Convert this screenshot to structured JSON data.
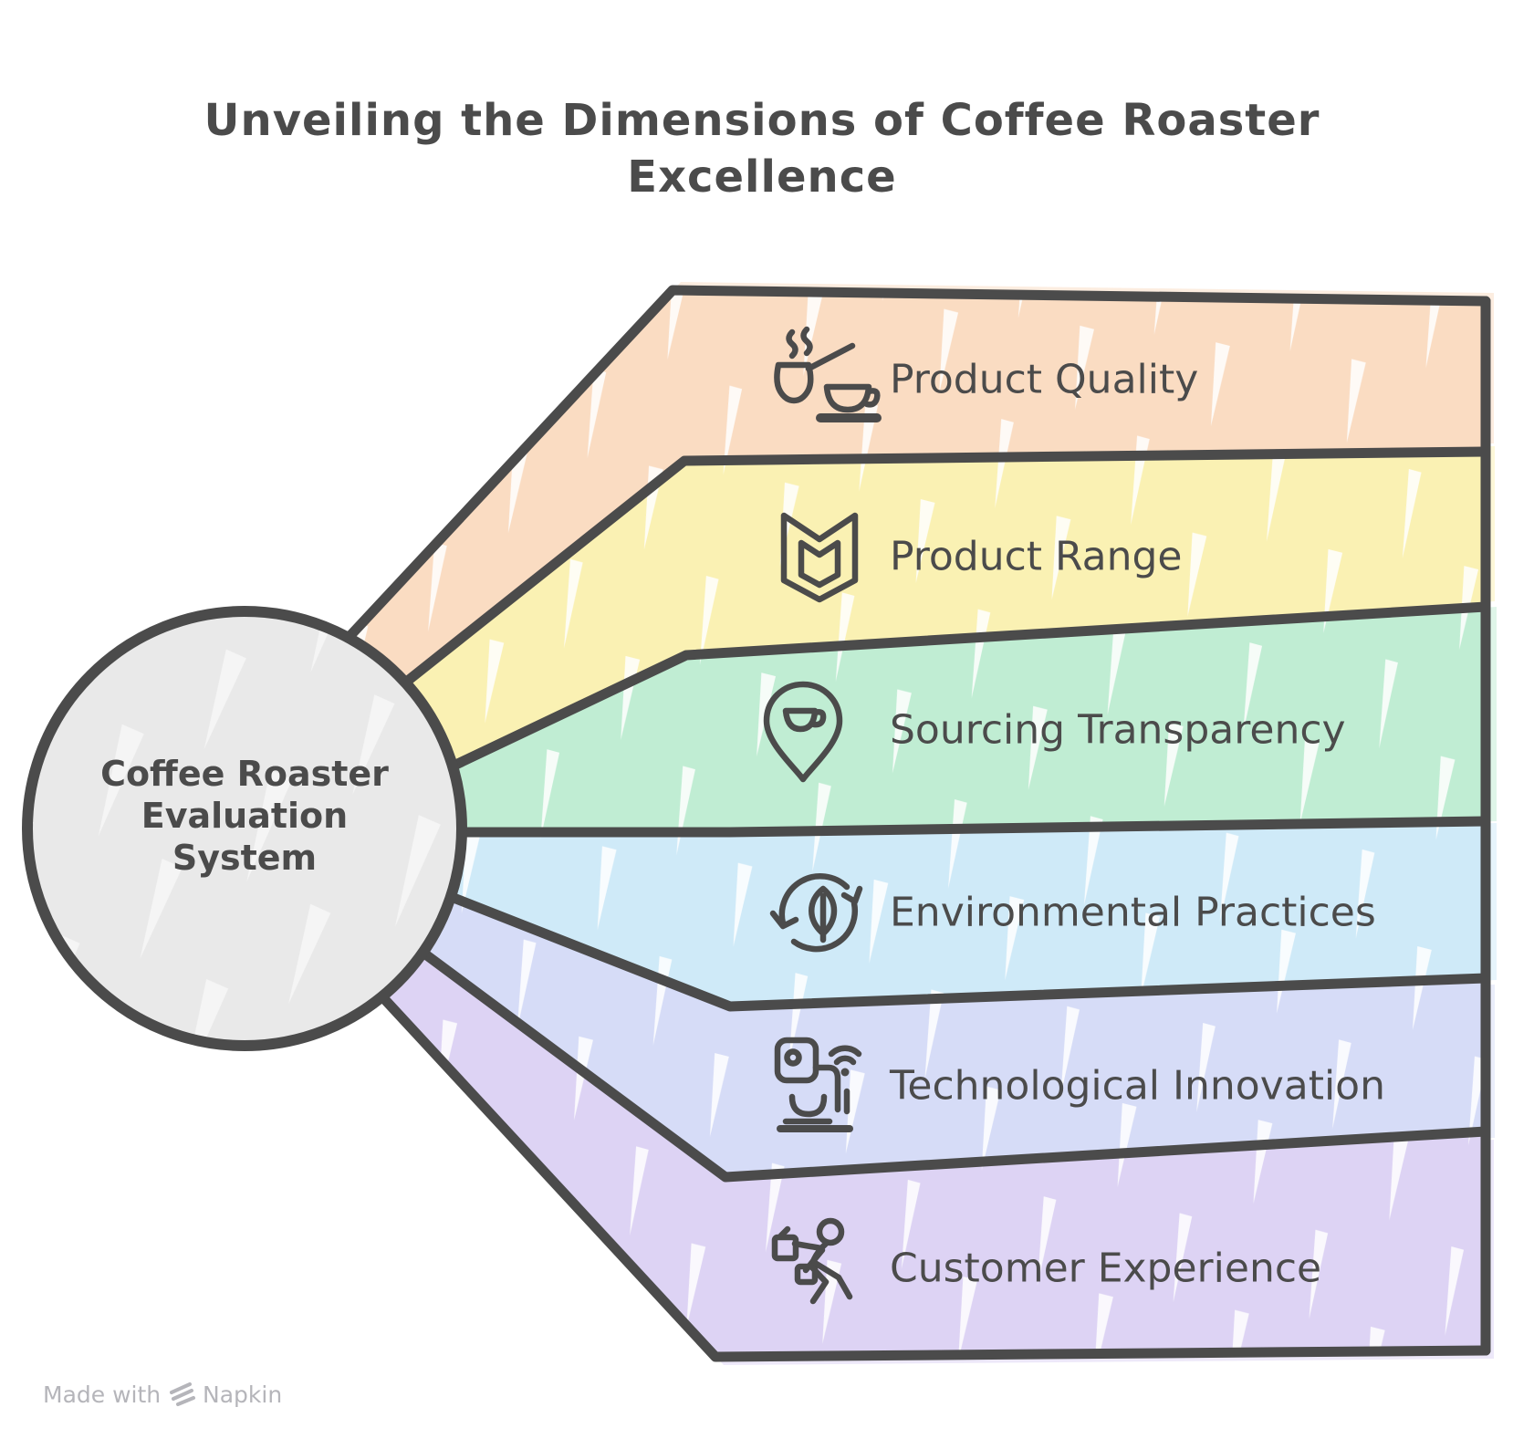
{
  "title": {
    "line1": "Unveiling the Dimensions of Coffee Roaster",
    "line2": "Excellence"
  },
  "center_node": {
    "lines": [
      "Coffee Roaster",
      "Evaluation",
      "System"
    ],
    "fill": "#e9e9e9"
  },
  "bands": [
    {
      "label": "Product Quality",
      "icon": "coffee-pot-icon",
      "color": "#fadcc2"
    },
    {
      "label": "Product Range",
      "icon": "product-badge-icon",
      "color": "#faf1b3"
    },
    {
      "label": "Sourcing Transparency",
      "icon": "location-pin-cup-icon",
      "color": "#c0edd3"
    },
    {
      "label": "Environmental Practices",
      "icon": "recycle-leaf-icon",
      "color": "#cfeaf8"
    },
    {
      "label": "Technological Innovation",
      "icon": "smart-coffee-machine-icon",
      "color": "#d6dcf7"
    },
    {
      "label": "Customer Experience",
      "icon": "delivery-person-icon",
      "color": "#ddd3f4"
    }
  ],
  "watermark": {
    "prefix": "Made with",
    "brand": "Napkin",
    "color": "#b5b5ba"
  },
  "colors": {
    "ink": "#4b4b4b",
    "background": "#ffffff"
  }
}
